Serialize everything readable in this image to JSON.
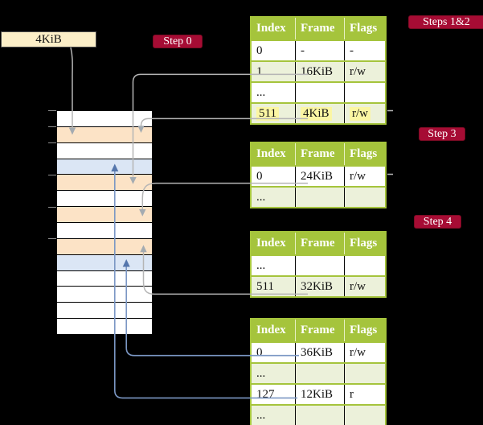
{
  "frame_box": {
    "label": "4KiB"
  },
  "badges": [
    {
      "id": "step0",
      "label": "Step 0"
    },
    {
      "id": "steps12",
      "label": "Steps 1&2"
    },
    {
      "id": "step3",
      "label": "Step 3"
    },
    {
      "id": "step4",
      "label": "Step 4"
    }
  ],
  "memory": {
    "row_colors": [
      "white",
      "orange",
      "white",
      "blue",
      "orange",
      "white",
      "orange",
      "white",
      "orange",
      "blue",
      "white",
      "white",
      "white",
      "white"
    ],
    "tick_rows": [
      0,
      1,
      2,
      4,
      6,
      8
    ]
  },
  "tables": [
    {
      "id": "page-table-steps-1-2",
      "headers": [
        "Index",
        "Frame",
        "Flags"
      ],
      "rows": [
        {
          "cells": [
            "0",
            "-",
            "-"
          ],
          "shaded": false,
          "highlighted": false
        },
        {
          "cells": [
            "1",
            "16KiB",
            "r/w"
          ],
          "shaded": true,
          "highlighted": false
        },
        {
          "cells": [
            "...",
            "",
            ""
          ],
          "shaded": false,
          "highlighted": false
        },
        {
          "cells": [
            "511",
            "4KiB",
            "r/w"
          ],
          "shaded": true,
          "highlighted": true
        }
      ]
    },
    {
      "id": "page-table-step-3",
      "headers": [
        "Index",
        "Frame",
        "Flags"
      ],
      "rows": [
        {
          "cells": [
            "0",
            "24KiB",
            "r/w"
          ],
          "shaded": false,
          "highlighted": false
        },
        {
          "cells": [
            "...",
            "",
            ""
          ],
          "shaded": true,
          "highlighted": false
        }
      ]
    },
    {
      "id": "page-table-step-4",
      "headers": [
        "Index",
        "Frame",
        "Flags"
      ],
      "rows": [
        {
          "cells": [
            "...",
            "",
            ""
          ],
          "shaded": false,
          "highlighted": false
        },
        {
          "cells": [
            "511",
            "32KiB",
            "r/w"
          ],
          "shaded": true,
          "highlighted": false
        }
      ]
    },
    {
      "id": "page-table-final",
      "headers": [
        "Index",
        "Frame",
        "Flags"
      ],
      "rows": [
        {
          "cells": [
            "0",
            "36KiB",
            "r/w"
          ],
          "shaded": false,
          "highlighted": false
        },
        {
          "cells": [
            "...",
            "",
            ""
          ],
          "shaded": true,
          "highlighted": false
        },
        {
          "cells": [
            "127",
            "12KiB",
            "r"
          ],
          "shaded": false,
          "highlighted": false
        },
        {
          "cells": [
            "...",
            "",
            ""
          ],
          "shaded": true,
          "highlighted": false
        }
      ]
    }
  ],
  "colors": {
    "background": "#000000",
    "table_green": "#a5c43c",
    "row_pale_green": "#ecf1da",
    "highlight_yellow": "#fbf6a3",
    "badge_red": "#a60c34",
    "memory_orange": "#fce3c6",
    "memory_blue": "#dbe6f5",
    "frame_box_cream": "#fcefc8",
    "gray_line": "#b5b5b5",
    "blue_line": "#7b97c4"
  }
}
